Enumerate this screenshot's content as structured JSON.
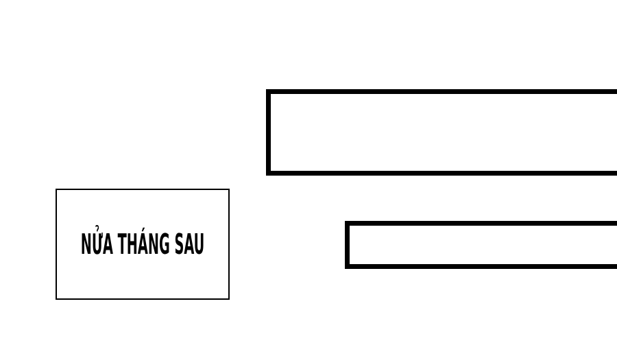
{
  "page": {
    "kind": "comic-page-panel",
    "background_color": "#ffffff",
    "ink_color": "#000000"
  },
  "caption_box": {
    "text": "NỬA THÁNG SAU"
  },
  "panels": [
    {
      "id": "top-right-panel",
      "content": ""
    },
    {
      "id": "bottom-right-panel",
      "content": ""
    }
  ]
}
